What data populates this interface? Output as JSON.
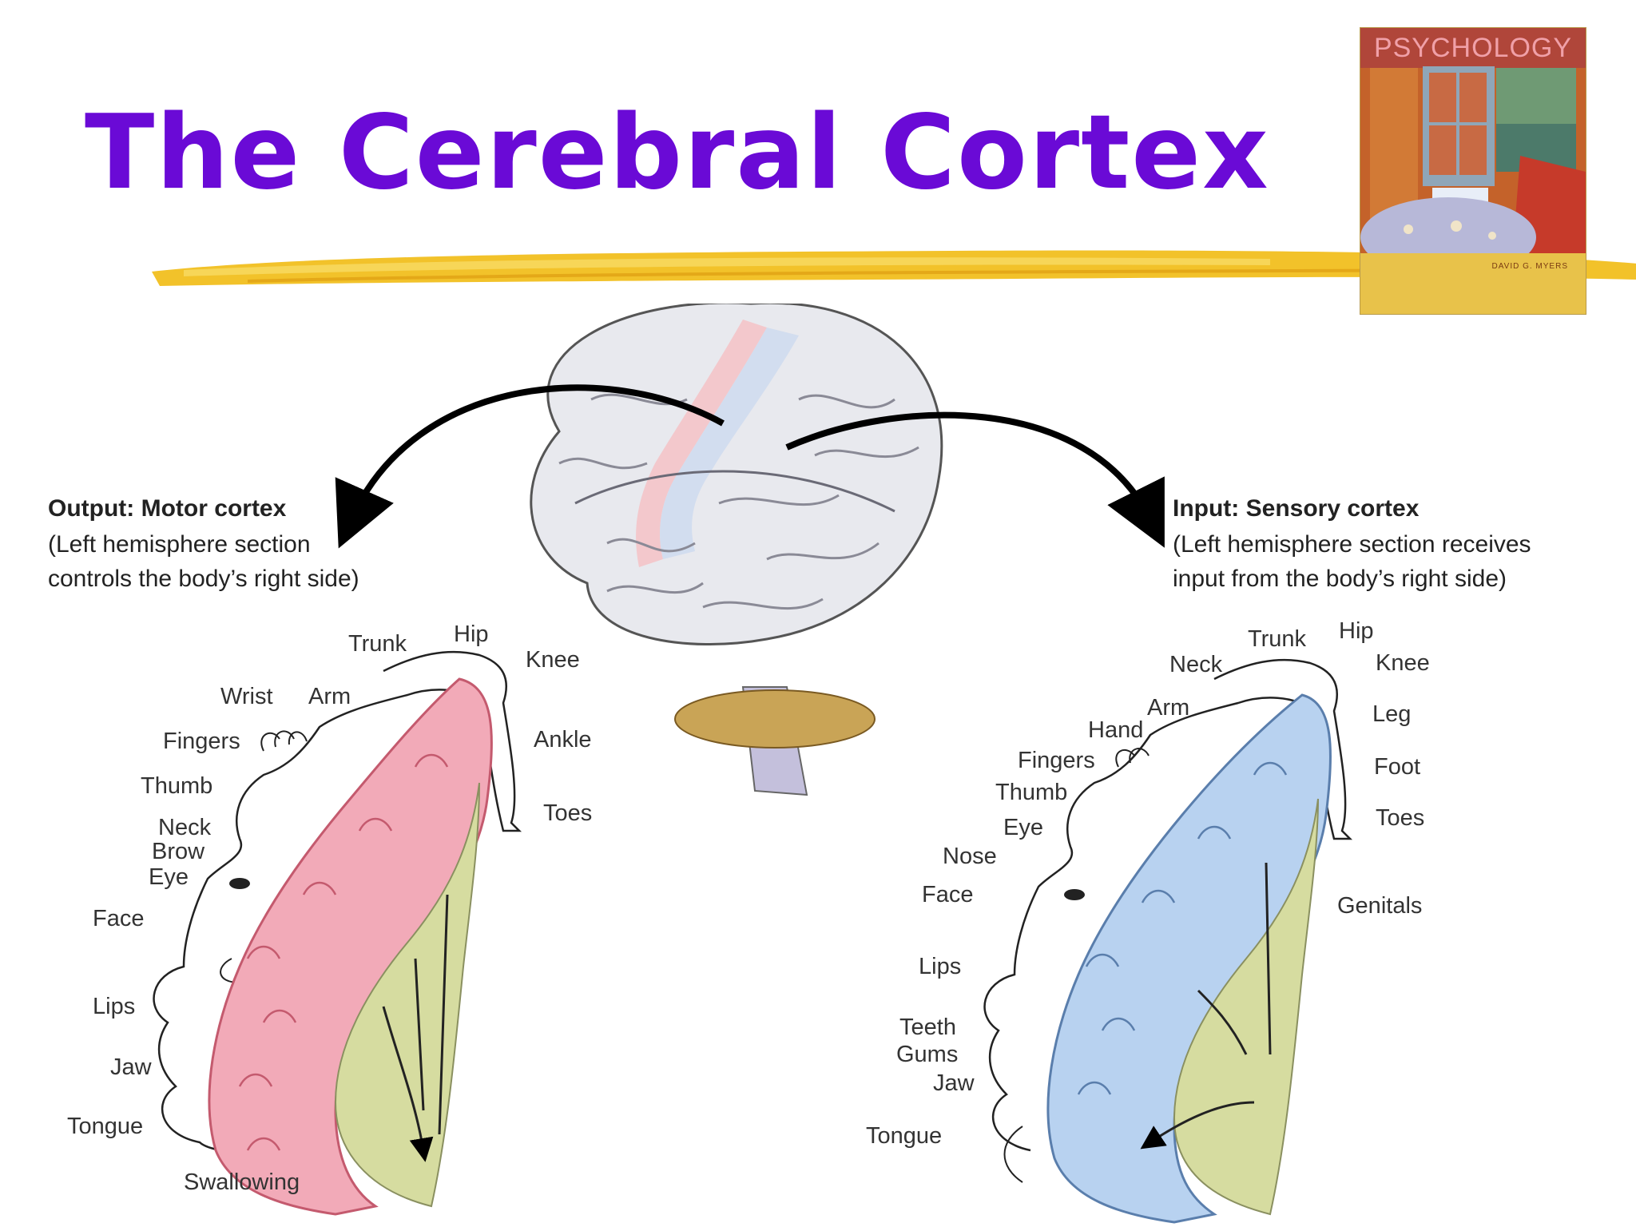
{
  "slide": {
    "title": "The Cerebral Cortex",
    "book_cover": {
      "title": "PSYCHOLOGY",
      "author": "DAVID G. MYERS"
    },
    "motor": {
      "heading": "Output: Motor cortex",
      "line1": "(Left hemisphere section",
      "line2": "controls the body’s right side)",
      "labels": {
        "trunk": "Trunk",
        "hip": "Hip",
        "knee": "Knee",
        "wrist": "Wrist",
        "arm": "Arm",
        "fingers": "Fingers",
        "ankle": "Ankle",
        "thumb": "Thumb",
        "toes": "Toes",
        "neck": "Neck",
        "brow": "Brow",
        "eye": "Eye",
        "face": "Face",
        "lips": "Lips",
        "jaw": "Jaw",
        "tongue": "Tongue",
        "swallowing": "Swallowing"
      }
    },
    "sensory": {
      "heading": "Input: Sensory cortex",
      "line1": "(Left hemisphere section receives",
      "line2": "input from the body’s right side)",
      "labels": {
        "trunk": "Trunk",
        "hip": "Hip",
        "neck": "Neck",
        "knee": "Knee",
        "arm": "Arm",
        "leg": "Leg",
        "hand": "Hand",
        "fingers": "Fingers",
        "foot": "Foot",
        "thumb": "Thumb",
        "eye": "Eye",
        "toes": "Toes",
        "nose": "Nose",
        "face": "Face",
        "genitals": "Genitals",
        "lips": "Lips",
        "teeth": "Teeth",
        "gums": "Gums",
        "jaw": "Jaw",
        "tongue": "Tongue"
      }
    },
    "colors": {
      "title": "#6a0ad6",
      "motor_cortex": "#f2aab8",
      "sensory_cortex": "#b8d2f0",
      "white_matter": "#d6dca0",
      "accent_bar": "#f2c22a"
    }
  }
}
